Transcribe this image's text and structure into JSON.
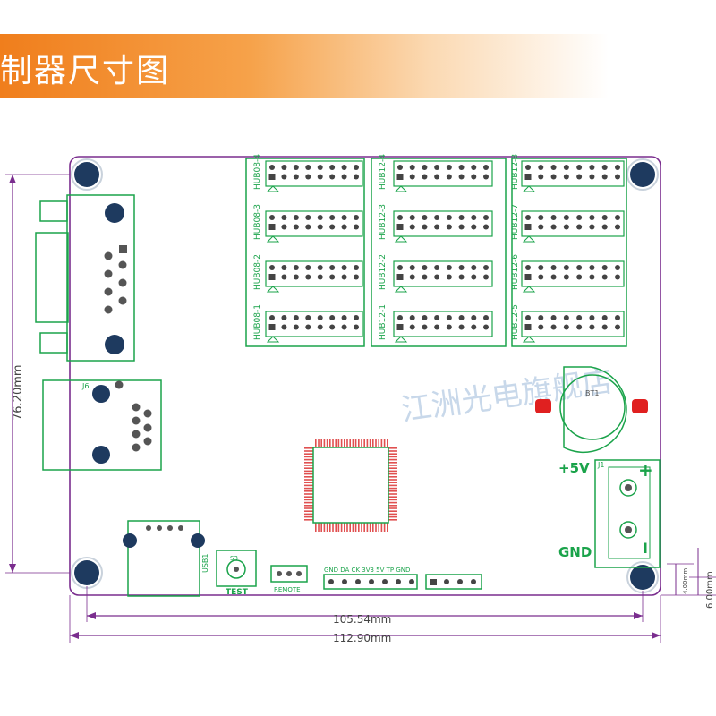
{
  "header": {
    "title": "制器尺寸图"
  },
  "dimensions": {
    "height": "76.20mm",
    "inner_width": "105.54mm",
    "outer_width": "112.90mm",
    "hole_offset": "4.00mm",
    "edge_offset": "6.00mm"
  },
  "board": {
    "hub08_labels": [
      "HUB08-4",
      "HUB08-3",
      "HUB08-2",
      "HUB08-1"
    ],
    "hub12a_labels": [
      "HUB12-4",
      "HUB12-3",
      "HUB12-2",
      "HUB12-1"
    ],
    "hub12b_labels": [
      "HUB12-8",
      "HUB12-7",
      "HUB12-6",
      "HUB12-5"
    ],
    "battery_label": "BT1",
    "j1_label": "J1",
    "j6_label": "J6",
    "usb_label": "USB1",
    "s3_label": "S3",
    "test_label": "TEST",
    "remote_label": "REMOTE",
    "signal_labels": "GND DA  CK 3V3 5V  TP  GND",
    "plus5v_label": "+5V",
    "gnd_label": "GND",
    "plus_sign": "+",
    "minus_sign": "I",
    "watermark": "江洲光电旗舰店"
  },
  "colors": {
    "board_outline": "#7a2d8e",
    "dimension_line": "#7a2d8e",
    "component": "#1aa34a",
    "mounting_hole": "#1e3a5f",
    "chip_pins": "#e05050",
    "battery_pads": "#e02020",
    "header_orange": "#f07e1c"
  }
}
